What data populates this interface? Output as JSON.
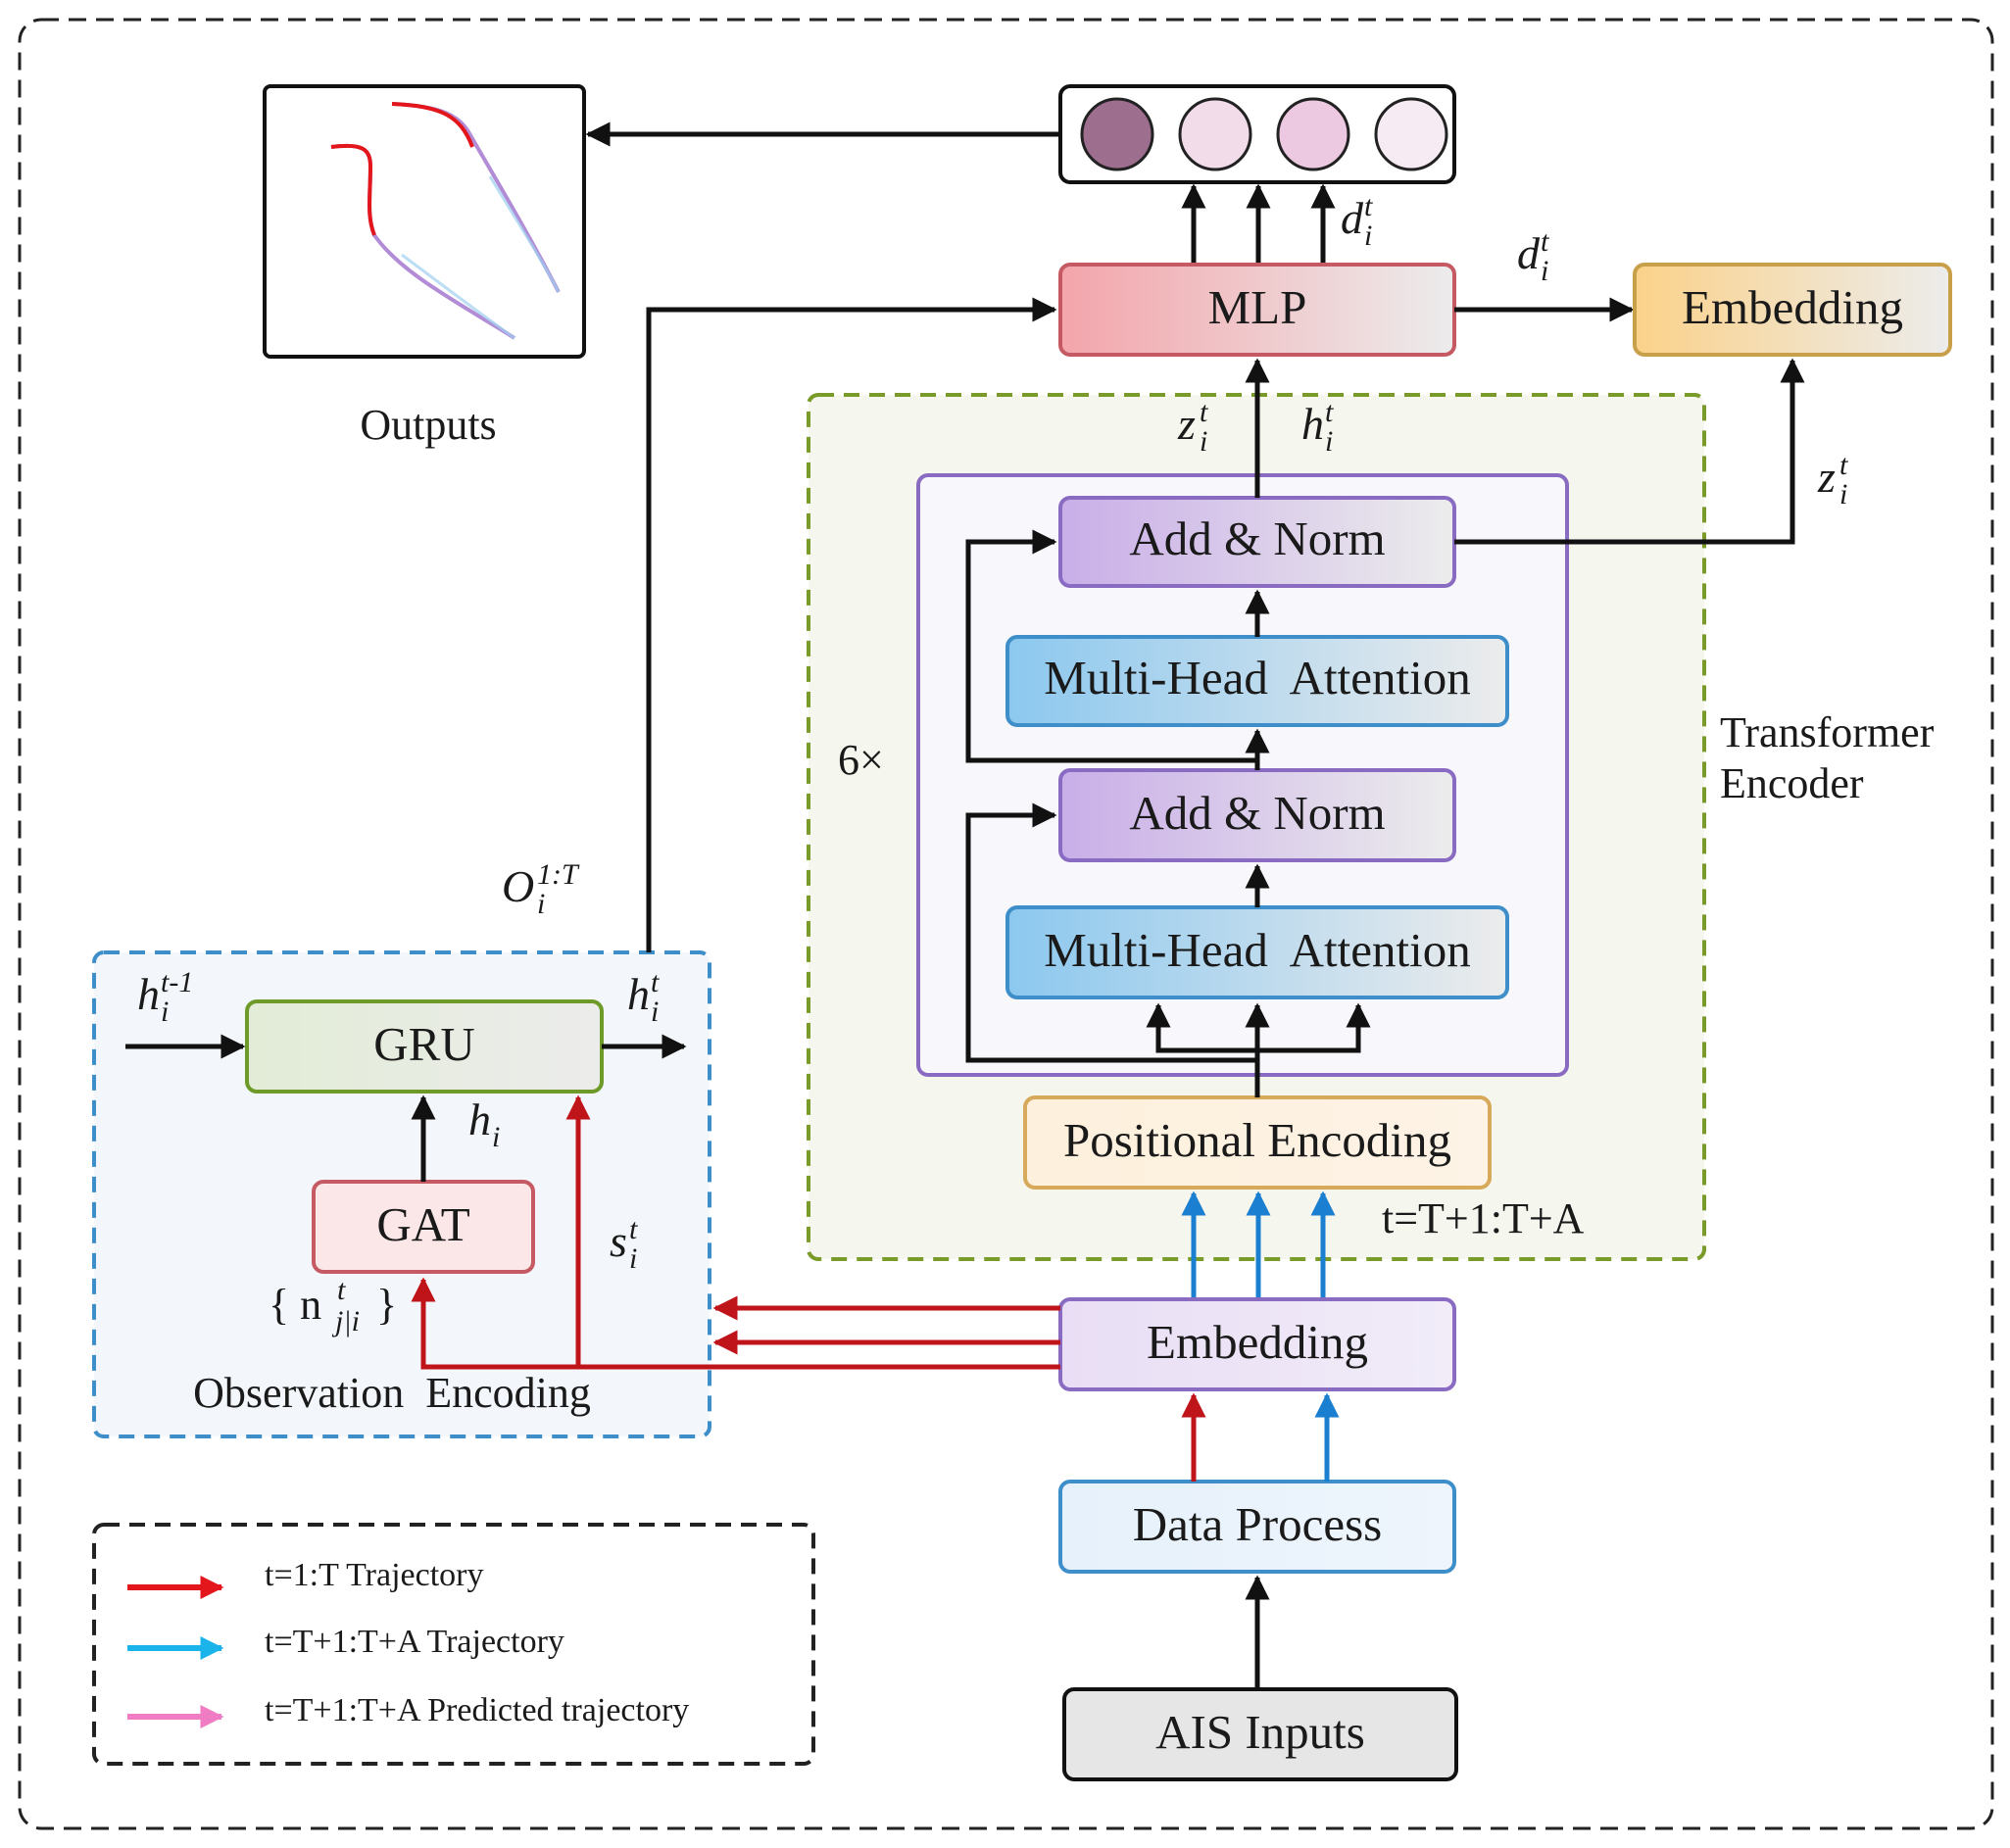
{
  "outputs_label": "Outputs",
  "boxes": {
    "mlp": "MLP",
    "embedding_top": "Embedding",
    "add_norm_top": "Add & Norm",
    "mha_top": "Multi-Head  Attention",
    "add_norm_bottom": "Add & Norm",
    "mha_bottom": "Multi-Head  Attention",
    "positional_encoding": "Positional Encoding",
    "embedding_bottom": "Embedding",
    "data_process": "Data Process",
    "ais_inputs": "AIS Inputs",
    "gru": "GRU",
    "gat": "GAT"
  },
  "labels": {
    "repeat": "6×",
    "transformer_encoder_line1": "Transformer",
    "transformer_encoder_line2": "Encoder",
    "t_range": "t=T+1:T+A",
    "observation_encoding": "Observation  Encoding"
  },
  "math": {
    "d": "d",
    "z": "z",
    "h": "h",
    "s": "s",
    "O": "O",
    "sub_i": "i",
    "sup_t": "t",
    "sup_t_minus_1": "t-1",
    "sup_1T": "1:T",
    "n_set": "{ n",
    "n_sub": "j|i",
    "n_close": "}"
  },
  "legend": [
    {
      "text": "t=1:T  Trajectory",
      "color": "#e3161c"
    },
    {
      "text": "t=T+1:T+A  Trajectory",
      "color": "#1ab4ea"
    },
    {
      "text": "t=T+1:T+A Predicted  trajectory",
      "color": "#f07cc4"
    }
  ],
  "output_nodes": [
    {
      "fill": "#9d6e8e"
    },
    {
      "fill": "#f2dcea"
    },
    {
      "fill": "#ecc9e0"
    },
    {
      "fill": "#f7ebf3"
    }
  ],
  "colors": {
    "red_flow": "#c0141b",
    "blue_flow": "#1a7fd0",
    "transformer_border": "#7a9a2a",
    "observation_border": "#3d8ec9"
  }
}
